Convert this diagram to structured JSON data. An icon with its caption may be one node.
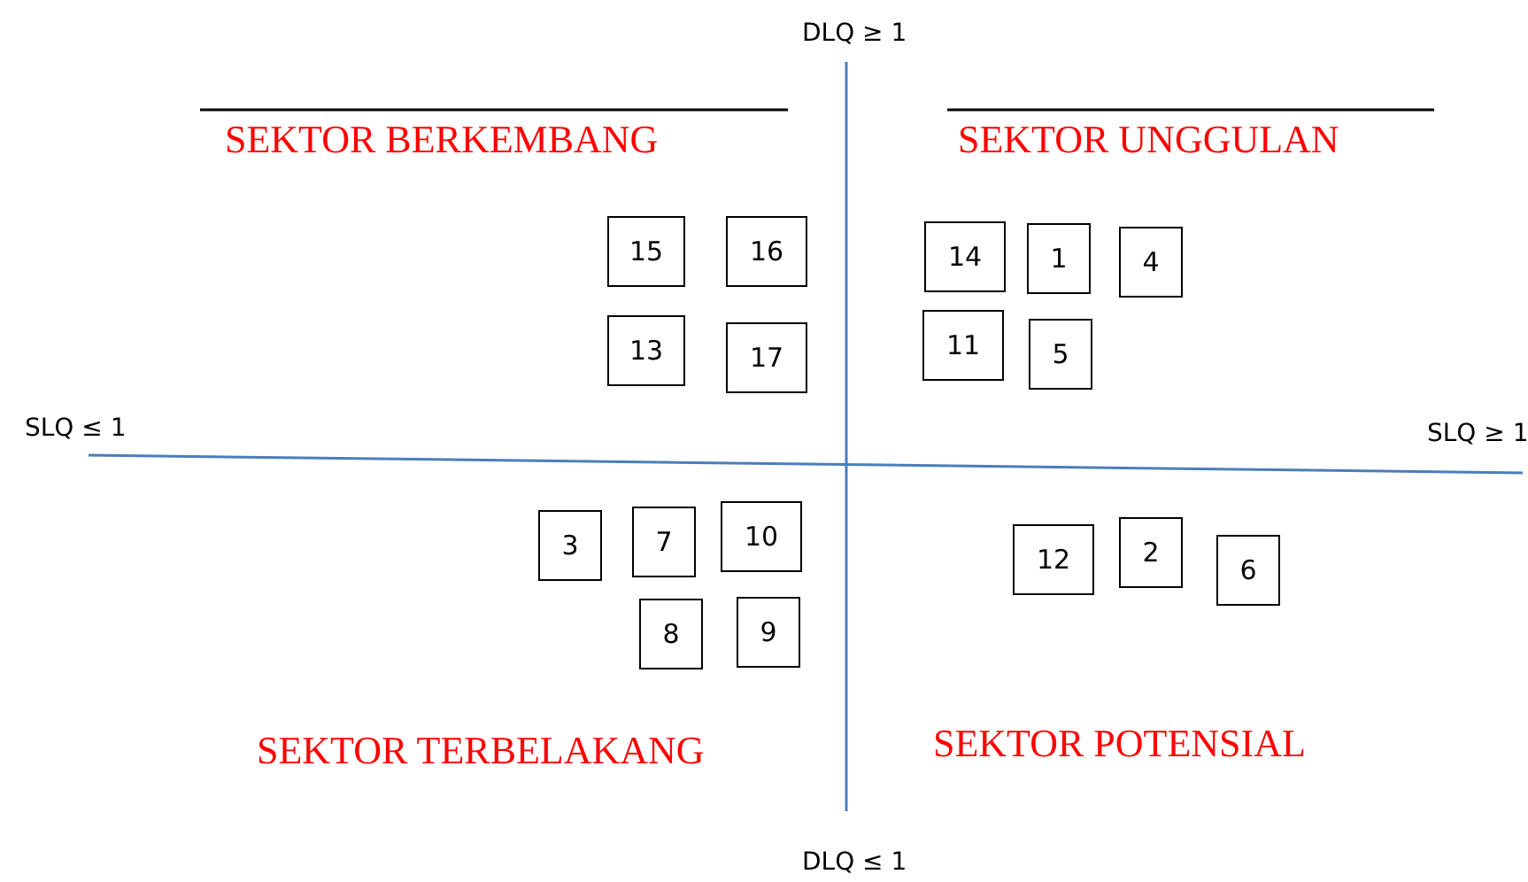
{
  "diagram": {
    "nodes": [
      {
        "text": [
          "15"
        ]
      },
      {
        "text": [
          "16"
        ]
      },
      {
        "text": [
          "14"
        ]
      },
      {
        "text": [
          "1"
        ]
      },
      {
        "text": [
          "4"
        ]
      },
      {
        "text": [
          "13"
        ]
      },
      {
        "text": [
          "17"
        ]
      },
      {
        "text": [
          "11"
        ]
      },
      {
        "text": [
          "5"
        ]
      },
      {
        "text": [
          "3"
        ]
      },
      {
        "text": [
          "7"
        ]
      },
      {
        "text": [
          "10"
        ]
      },
      {
        "text": [
          "12"
        ]
      },
      {
        "text": [
          "2"
        ]
      },
      {
        "text": [
          "6"
        ]
      },
      {
        "text": [
          "8"
        ]
      },
      {
        "text": [
          "9"
        ]
      }
    ],
    "edges": [],
    "labels": [
      "DLQ ≥ 1",
      "SEKTOR BERKEMBANG",
      "SEKTOR UNGGULAN",
      "SLQ ≤ 1",
      "SLQ ≥ 1",
      "SEKTOR TERBELAKANG",
      "SEKTOR POTENSIAL",
      "DLQ ≤ 1"
    ]
  }
}
